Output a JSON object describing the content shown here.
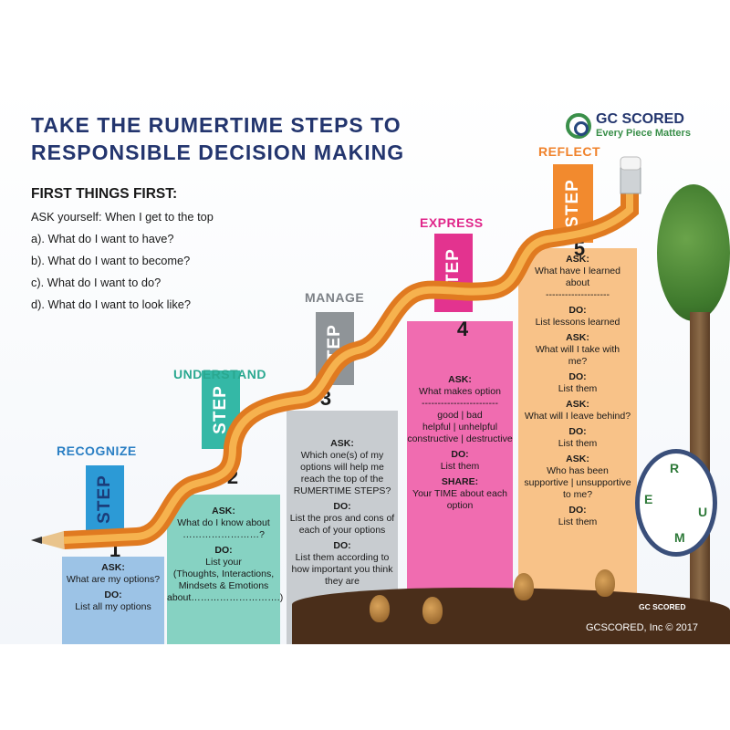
{
  "title": {
    "line1": "TAKE THE RUMERTIME STEPS TO",
    "line2": "RESPONSIBLE DECISION MAKING"
  },
  "logo": {
    "name": "GC SCORED",
    "tagline": "Every Piece Matters"
  },
  "intro": {
    "heading": "FIRST THINGS FIRST:",
    "lines": [
      "ASK yourself: When I get to the top",
      "a). What do I want to have?",
      "b). What do I want to become?",
      "c). What do I want to do?",
      "d). What do I want to look like?"
    ]
  },
  "ribbon_text": "STEP",
  "steps": [
    {
      "label": "RECOGNIZE",
      "number": "1",
      "color": "#2c9ad6",
      "label_color": "#2a7fc4",
      "panel_color": "#9cc3e6",
      "lines": [
        {
          "t": "ASK:",
          "b": true
        },
        {
          "t": "What are my options?",
          "b": false
        },
        {
          "t": "DO:",
          "b": true
        },
        {
          "t": "List all my options",
          "b": false
        }
      ]
    },
    {
      "label": "UNDERSTAND",
      "number": "2",
      "color": "#34b8a6",
      "label_color": "#2aa890",
      "panel_color": "#86d2c2",
      "lines": [
        {
          "t": "ASK:",
          "b": true
        },
        {
          "t": "What do I know about",
          "b": false
        },
        {
          "t": "……………………?",
          "b": false
        },
        {
          "t": "DO:",
          "b": true
        },
        {
          "t": "List your",
          "b": false
        },
        {
          "t": "(Thoughts, Interactions,",
          "b": false
        },
        {
          "t": "Mindsets & Emotions",
          "b": false
        },
        {
          "t": "about……………………….)",
          "b": false
        }
      ]
    },
    {
      "label": "MANAGE",
      "number": "3",
      "color": "#8f9498",
      "label_color": "#7c8186",
      "panel_color": "#c8ccd0",
      "lines": [
        {
          "t": "ASK:",
          "b": true
        },
        {
          "t": "Which one(s) of my",
          "b": false
        },
        {
          "t": "options will help me",
          "b": false
        },
        {
          "t": "reach the top of the",
          "b": false
        },
        {
          "t": "RUMERTIME STEPS?",
          "b": false
        },
        {
          "t": "DO:",
          "b": true
        },
        {
          "t": "List the pros and cons of",
          "b": false
        },
        {
          "t": "each of your options",
          "b": false
        },
        {
          "t": "DO:",
          "b": true
        },
        {
          "t": "List them according to",
          "b": false
        },
        {
          "t": "how important you think",
          "b": false
        },
        {
          "t": "they are",
          "b": false
        }
      ]
    },
    {
      "label": "EXPRESS",
      "number": "4",
      "color": "#e3338f",
      "label_color": "#e0268a",
      "panel_color": "#f06cb0",
      "lines": [
        {
          "t": "ASK:",
          "b": true
        },
        {
          "t": "What makes option",
          "b": false
        },
        {
          "t": "------------------------",
          "b": false
        },
        {
          "t": "good | bad",
          "b": false
        },
        {
          "t": "helpful | unhelpful",
          "b": false
        },
        {
          "t": "constructive | destructive",
          "b": false
        },
        {
          "t": "DO:",
          "b": true
        },
        {
          "t": "List them",
          "b": false
        },
        {
          "t": "SHARE:",
          "b": true
        },
        {
          "t": "Your TIME about each",
          "b": false
        },
        {
          "t": "option",
          "b": false
        }
      ]
    },
    {
      "label": "REFLECT",
      "number": "5",
      "color": "#f28a2e",
      "label_color": "#f0822a",
      "panel_color": "#f8c288",
      "lines": [
        {
          "t": "ASK:",
          "b": true
        },
        {
          "t": "What have I learned",
          "b": false
        },
        {
          "t": "about",
          "b": false
        },
        {
          "t": "--------------------",
          "b": false
        },
        {
          "t": "DO:",
          "b": true
        },
        {
          "t": "List lessons learned",
          "b": false
        },
        {
          "t": "ASK:",
          "b": true
        },
        {
          "t": "What will I take with",
          "b": false
        },
        {
          "t": "me?",
          "b": false
        },
        {
          "t": "DO:",
          "b": true
        },
        {
          "t": "List them",
          "b": false
        },
        {
          "t": "ASK:",
          "b": true
        },
        {
          "t": "What will I leave behind?",
          "b": false
        },
        {
          "t": "DO:",
          "b": true
        },
        {
          "t": "List them",
          "b": false
        },
        {
          "t": "ASK:",
          "b": true
        },
        {
          "t": "Who has been",
          "b": false
        },
        {
          "t": "supportive | unsupportive",
          "b": false
        },
        {
          "t": "to me?",
          "b": false
        },
        {
          "t": "DO:",
          "b": true
        },
        {
          "t": "List them",
          "b": false
        }
      ]
    }
  ],
  "clock_letters": [
    "R",
    "E",
    "U",
    "M"
  ],
  "footer": {
    "copyright": "GCSCORED, Inc © 2017",
    "small_logo": "GC SCORED"
  },
  "colors": {
    "title": "#23356e",
    "pencil": "#f29a2e",
    "ground": "#4a2e1a",
    "logo_green": "#3a8f4a"
  }
}
